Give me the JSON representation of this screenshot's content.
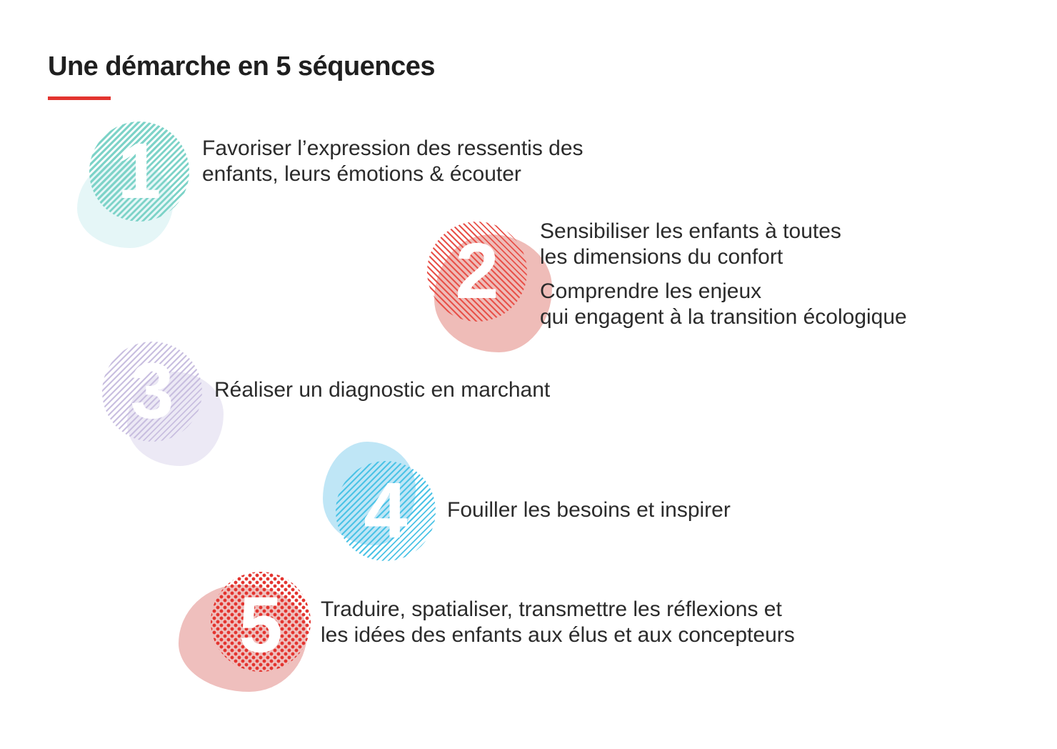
{
  "title": "Une démarche en 5 séquences",
  "colors": {
    "accent": "#e3342f",
    "teal": "#7dd3c8",
    "red": "#e8524a",
    "lavender": "#c9bfe0",
    "blue": "#4cc3e6"
  },
  "steps": [
    {
      "number": "1",
      "lines": [
        "Favoriser l’expression des ressentis des",
        "enfants, leurs émotions & écouter"
      ]
    },
    {
      "number": "2",
      "lines": [
        "Sensibiliser les enfants à toutes",
        "les dimensions du confort"
      ],
      "extra_lines": [
        "Comprendre les enjeux",
        "qui engagent à la transition écologique"
      ]
    },
    {
      "number": "3",
      "lines": [
        "Réaliser un diagnostic en marchant"
      ]
    },
    {
      "number": "4",
      "lines": [
        "Fouiller les besoins et inspirer"
      ]
    },
    {
      "number": "5",
      "lines": [
        "Traduire, spatialiser, transmettre les réflexions et",
        "les idées des enfants aux élus et aux concepteurs"
      ]
    }
  ]
}
